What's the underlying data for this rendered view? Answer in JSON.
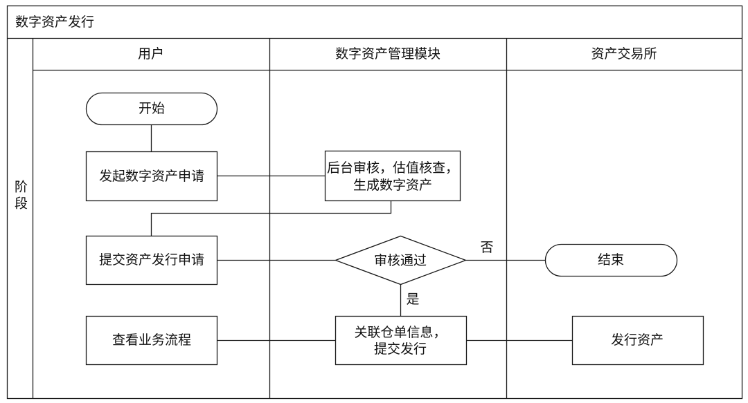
{
  "title": "数字资产发行",
  "stage_label": "阶段",
  "lanes": [
    {
      "label": "用户"
    },
    {
      "label": "数字资产管理模块"
    },
    {
      "label": "资产交易所"
    }
  ],
  "nodes": {
    "start": "开始",
    "initiate_application": "发起数字资产申请",
    "backend_review": [
      "后台审核，估值核查，",
      "生成数字资产"
    ],
    "submit_issuance": "提交资产发行申请",
    "review_passed": "审核通过",
    "end": "结束",
    "view_process": "查看业务流程",
    "link_warehouse_receipt": [
      "关联仓单信息，",
      "提交发行"
    ],
    "issue_asset": "发行资产"
  },
  "edge_labels": {
    "no": "否",
    "yes": "是"
  }
}
